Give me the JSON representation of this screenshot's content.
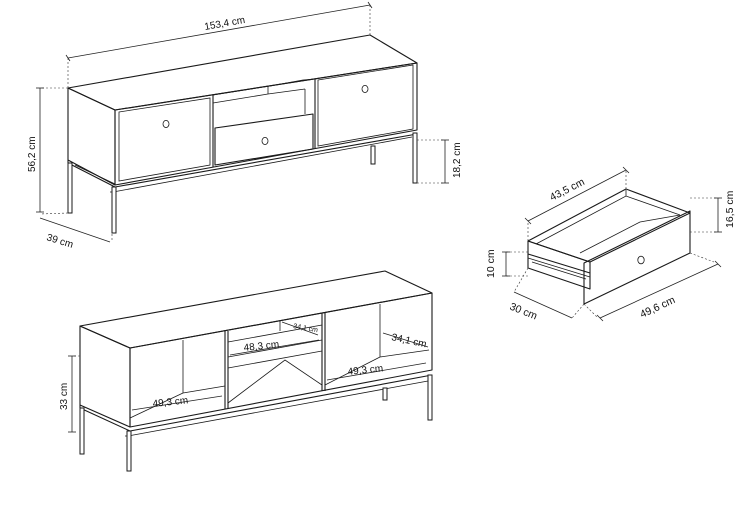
{
  "dimensions": {
    "width_total": "153,4 cm",
    "height_total": "56,2 cm",
    "depth_total": "39 cm",
    "leg_height": "18,2 cm",
    "inner_height": "33 cm",
    "shelf_width_left": "49,3 cm",
    "shelf_width_middle": "48,3 cm",
    "shelf_depth_middle": "34,1 cm",
    "shelf_width_right": "49,3 cm",
    "shelf_depth_right": "34,1 cm",
    "drawer_width": "43,5 cm",
    "drawer_height": "16,5 cm",
    "drawer_side_height": "10 cm",
    "drawer_depth": "30 cm",
    "drawer_front_width": "49,6 cm"
  }
}
